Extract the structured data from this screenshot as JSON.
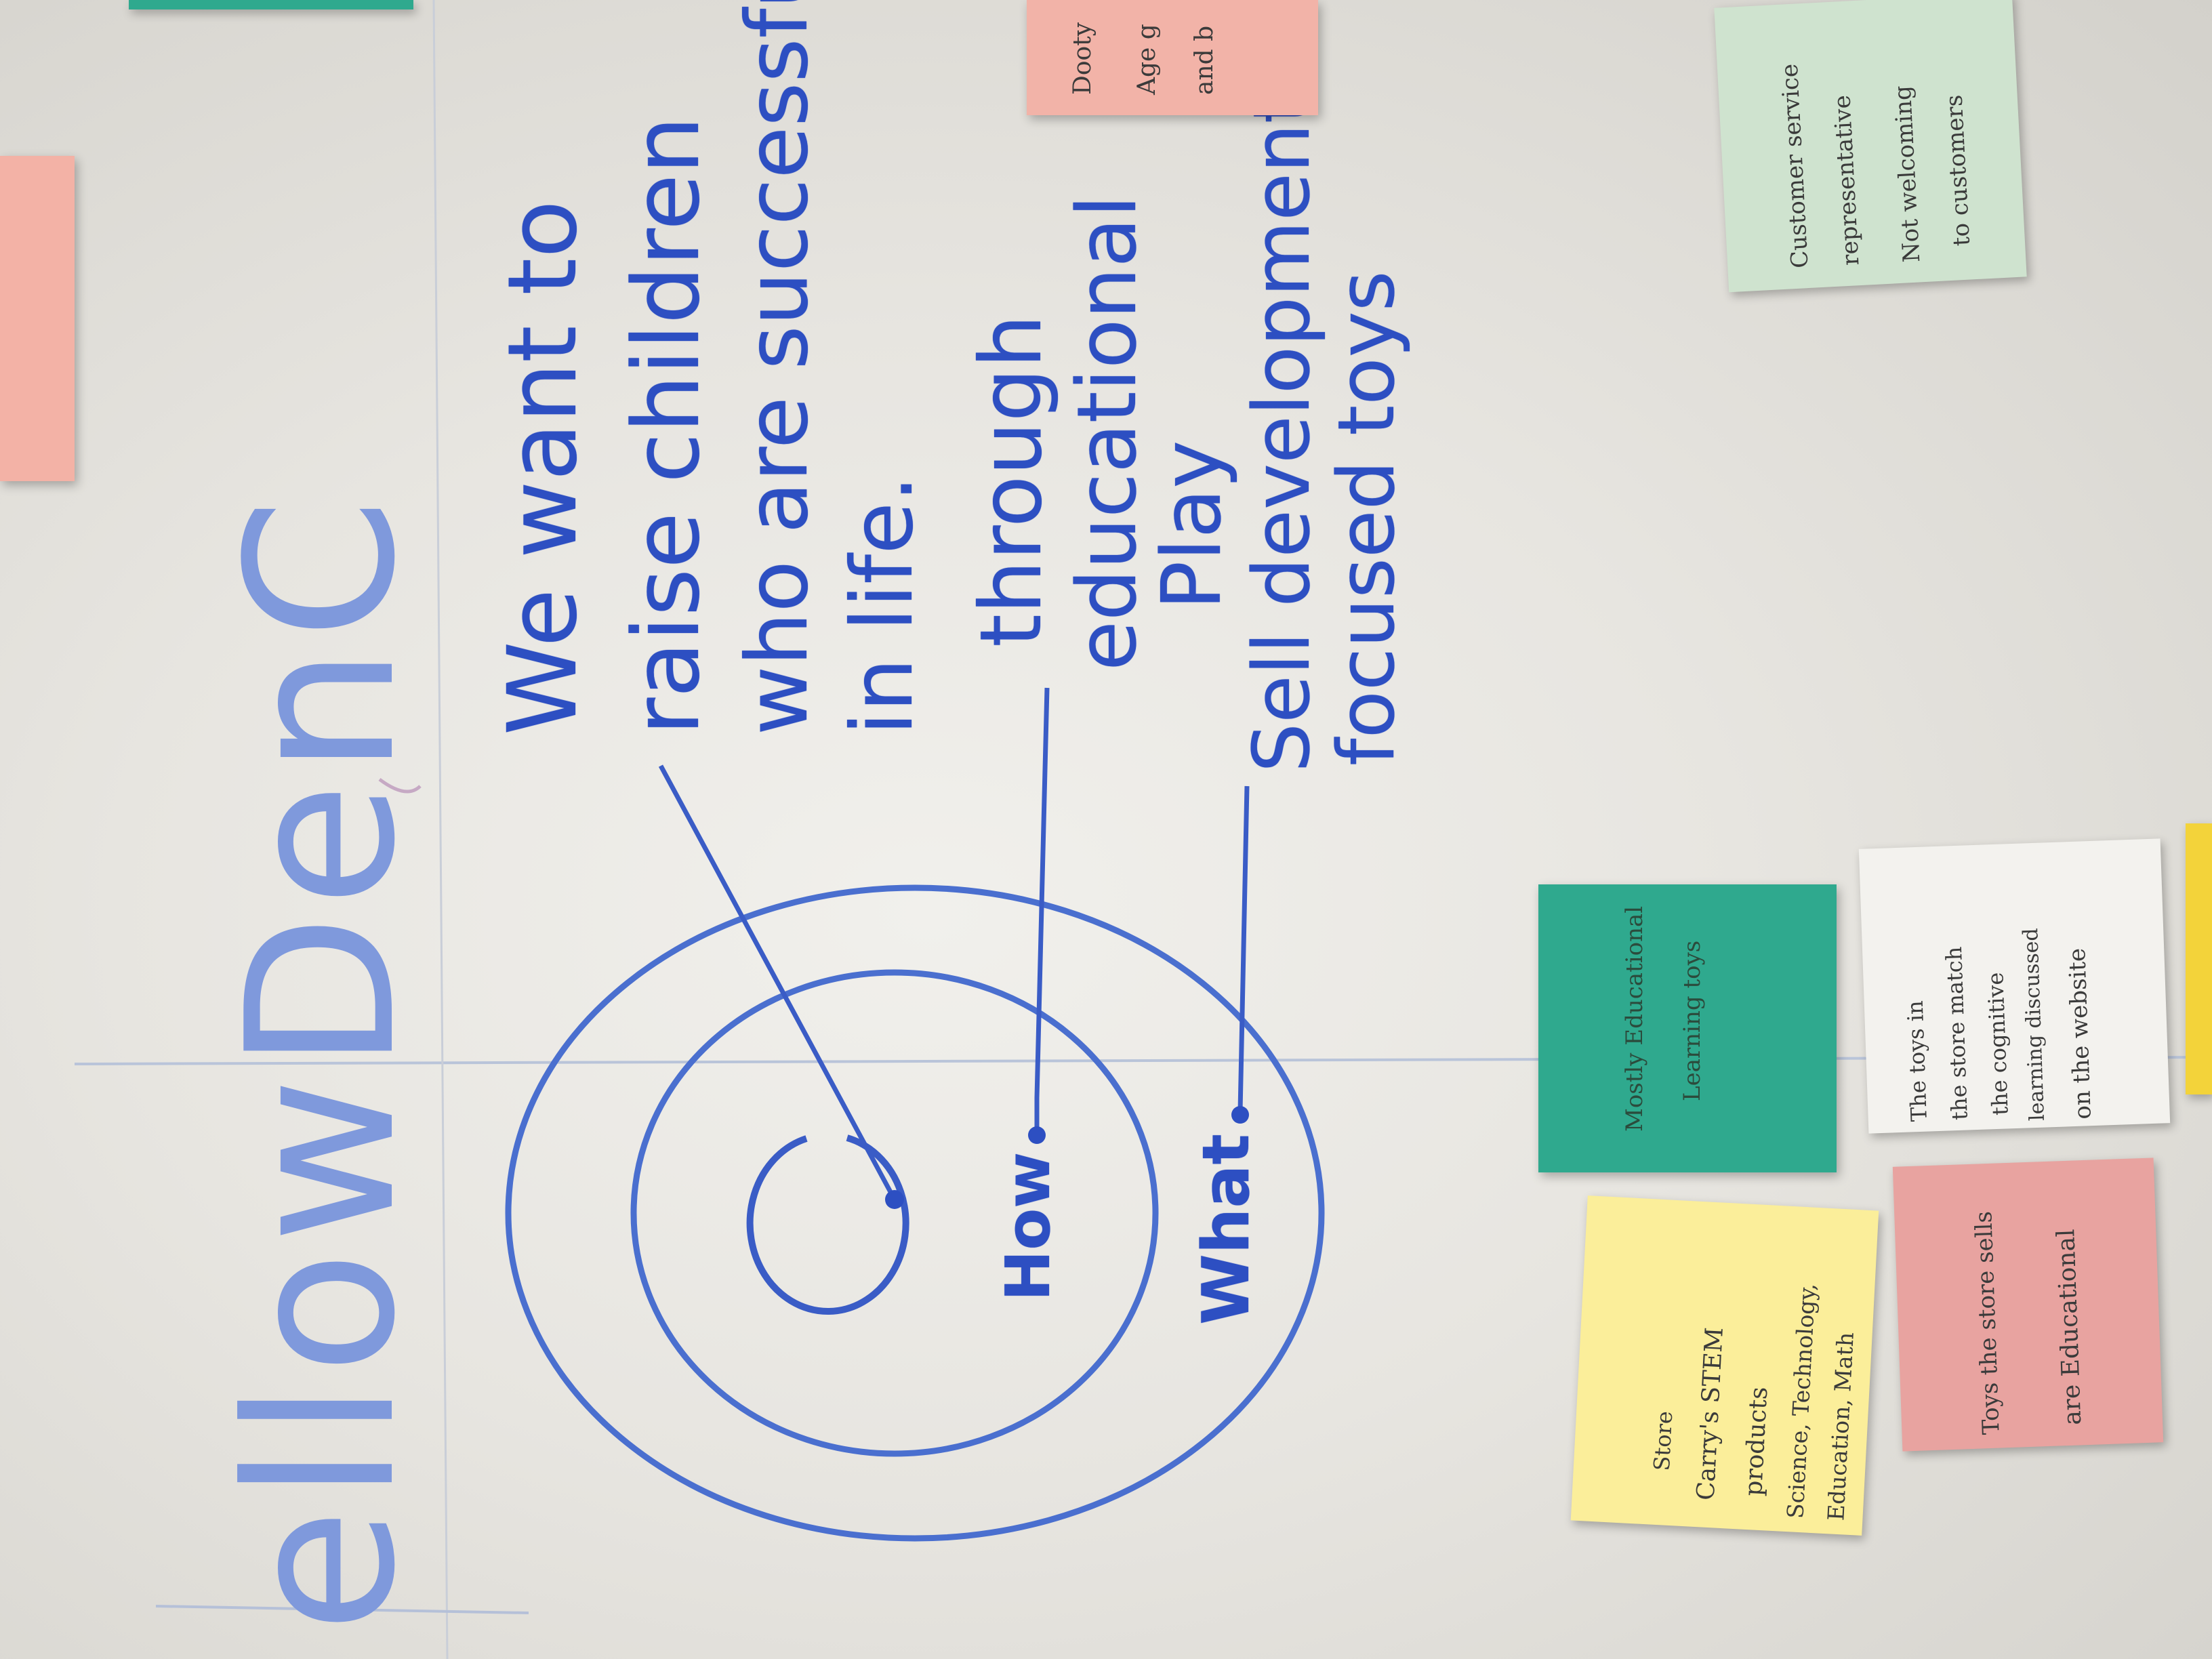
{
  "whiteboard": {
    "heading_fragment": "ellowDenC",
    "circle_labels": {
      "how": "How",
      "what": "What"
    },
    "why_statement": [
      "We want to",
      "raise children",
      "who are successful",
      "in life."
    ],
    "how_statement": [
      "through",
      "educational",
      "Play"
    ],
    "what_statement": [
      "Sell developmental",
      "focused toys"
    ]
  },
  "sticky_notes": {
    "top_right_pink": [
      "Dooty",
      "Age g",
      "and b"
    ],
    "top_right_green": [
      "Customer service",
      "representative",
      "Not welcoming",
      "to customers"
    ],
    "teal": [
      "Mostly Educational",
      "Learning toys"
    ],
    "white": [
      "The toys in",
      "the store match",
      "the cognitive",
      "learning discussed",
      "on the website"
    ],
    "yellow": [
      "Store",
      "Carry's STEM",
      "products",
      "Science, Technology,",
      "Education, Math"
    ],
    "pink_bottom": [
      "Toys the store sells",
      "are Educational"
    ]
  },
  "colors": {
    "marker_blue": "#2d4fc2",
    "marker_light_blue": "#7f99dc",
    "sticky_pink": "#f2b3a8",
    "sticky_green": "#cfe3cf",
    "sticky_teal": "#2fa98e",
    "sticky_white": "#f3f2ee",
    "sticky_yellow": "#fbee9a",
    "sticky_pink_bottom": "#e8a3a0"
  }
}
